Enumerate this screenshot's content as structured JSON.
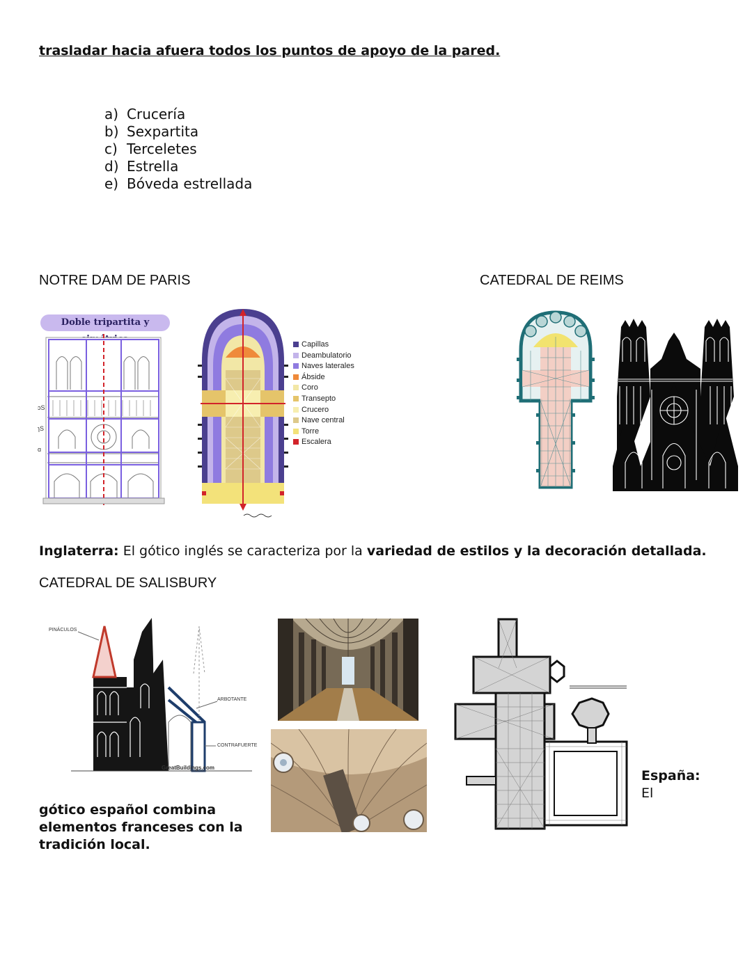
{
  "top_line": "trasladar hacia afuera todos los puntos de apoyo de la pared.",
  "vault_list": [
    {
      "marker": "a)",
      "label": "Crucería"
    },
    {
      "marker": "b)",
      "label": "Sexpartita"
    },
    {
      "marker": "c)",
      "label": "Terceletes"
    },
    {
      "marker": "d)",
      "label": "Estrella"
    },
    {
      "marker": "e)",
      "label": "Bóveda estrellada"
    }
  ],
  "notre_dame": {
    "heading": "NOTRE DAM DE PARIS",
    "facade_badge": "Doble tripartita y simétrica",
    "legend": [
      {
        "label": "Capillas",
        "color": "#4b3f8f"
      },
      {
        "label": "Deambulatorio",
        "color": "#c3b4ea"
      },
      {
        "label": "Naves laterales",
        "color": "#8f7be0"
      },
      {
        "label": "Ábside",
        "color": "#ef8a3a"
      },
      {
        "label": "Coro",
        "color": "#f2e7a6"
      },
      {
        "label": "Transepto",
        "color": "#e5c46a"
      },
      {
        "label": "Crucero",
        "color": "#f7eeb0"
      },
      {
        "label": "Nave central",
        "color": "#ddc98a"
      },
      {
        "label": "Torre",
        "color": "#f3e27a"
      },
      {
        "label": "Escalera",
        "color": "#d2232a"
      }
    ],
    "margin_marks": [
      "ᴐS",
      "ɿS",
      "ɑ"
    ]
  },
  "reims": {
    "heading": "CATEDRAL DE REIMS"
  },
  "england": {
    "lead": "Inglaterra:",
    "text_1": " El gótico inglés se caracteriza por la ",
    "emph": "variedad de estilos y la decoración detallada.",
    "heading": "CATEDRAL DE SALISBURY",
    "labels": {
      "pinaculos": "PINÁCULOS",
      "arbotante": "ARBOTANTE",
      "contrafuerte": "CONTRAFUERTE",
      "watermark": "GreatBuildings.com"
    }
  },
  "spain": {
    "lead_1": "España:",
    "lead_2": "El",
    "lines": [
      "gótico español combina",
      "elementos franceses con la",
      "tradición local."
    ]
  }
}
